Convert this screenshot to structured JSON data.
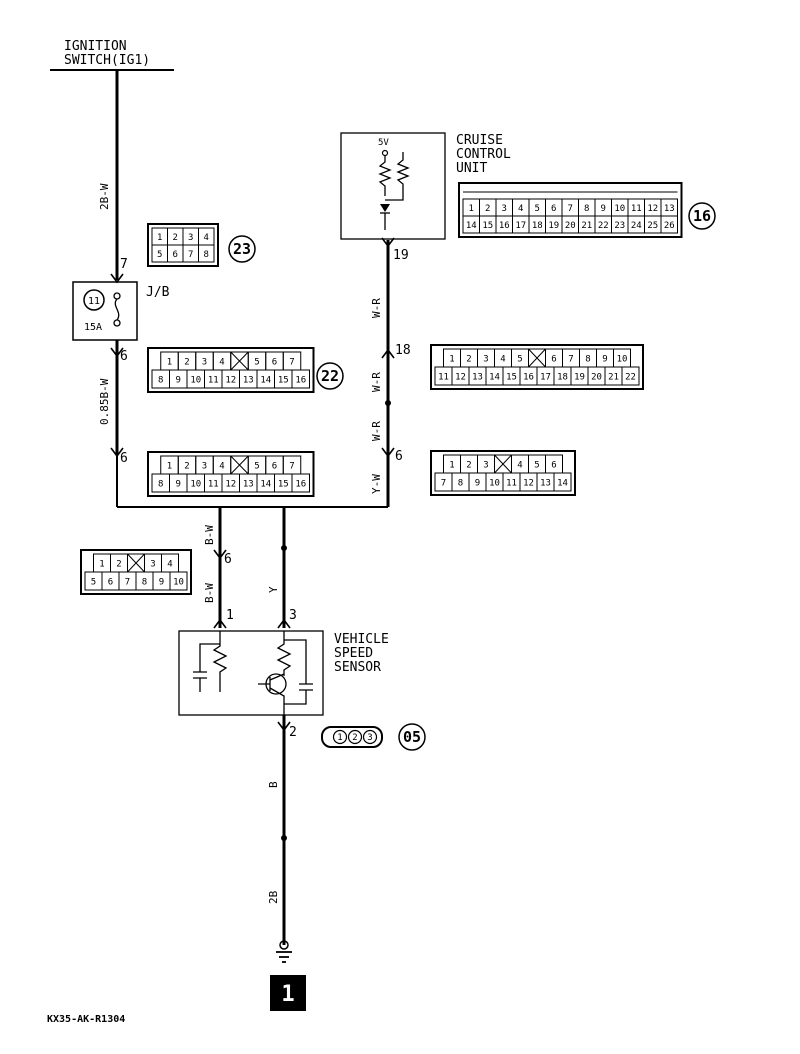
{
  "ignition": {
    "line1": "IGNITION",
    "line2": "SWITCH(IG1)"
  },
  "ecu": {
    "line1": "CRUISE",
    "line2": "CONTROL",
    "line3": "UNIT",
    "supply": "5V"
  },
  "sensor": {
    "line1": "VEHICLE",
    "line2": "SPEED",
    "line3": "SENSOR"
  },
  "jb": {
    "label": "J/B",
    "fuse_no": "11",
    "fuse_rating": "15A"
  },
  "wires": {
    "ign": "2B-W",
    "jb_out": "0.85B-W",
    "junction_bw": "B-W",
    "sensor_bw": "B-W",
    "wr_top": "W-R",
    "wr_mid": "W-R",
    "wr_low": "W-R",
    "yw": "Y-W",
    "y": "Y",
    "b": "B",
    "ground": "2B"
  },
  "pins": {
    "jb_in": "7",
    "jb_out": "6",
    "jc_left": "6",
    "ecu": "19",
    "jc_right_top": "18",
    "jc_right_low": "6",
    "jc_bottom": "6",
    "sensor_left": "1",
    "sensor_right": "3",
    "sensor_bottom": "2"
  },
  "connectors": {
    "c23": {
      "id": "23",
      "rows": [
        [
          "1",
          "2",
          "3",
          "4"
        ],
        [
          "5",
          "6",
          "7",
          "8"
        ]
      ]
    },
    "c16": {
      "id": "16",
      "rows": [
        [
          "1",
          "2",
          "3",
          "4",
          "5",
          "6",
          "7",
          "8",
          "9",
          "10",
          "11",
          "12",
          "13"
        ],
        [
          "14",
          "15",
          "16",
          "17",
          "18",
          "19",
          "20",
          "21",
          "22",
          "23",
          "24",
          "25",
          "26"
        ]
      ]
    },
    "c22a": {
      "id": "22",
      "rows": [
        [
          "1",
          "2",
          "3",
          "4",
          "",
          "5",
          "6",
          "7"
        ],
        [
          "8",
          "9",
          "10",
          "11",
          "12",
          "13",
          "14",
          "15",
          "16"
        ]
      ]
    },
    "c22b": {
      "rows": [
        [
          "1",
          "2",
          "3",
          "4",
          "",
          "5",
          "6",
          "7"
        ],
        [
          "8",
          "9",
          "10",
          "11",
          "12",
          "13",
          "14",
          "15",
          "16"
        ]
      ]
    },
    "c_ecu_right": {
      "rows": [
        [
          "1",
          "2",
          "3",
          "4",
          "5",
          "",
          "6",
          "7",
          "8",
          "9",
          "10"
        ],
        [
          "11",
          "12",
          "13",
          "14",
          "15",
          "16",
          "17",
          "18",
          "19",
          "20",
          "21",
          "22"
        ]
      ]
    },
    "c_right_low": {
      "rows": [
        [
          "1",
          "2",
          "3",
          "",
          "4",
          "5",
          "6"
        ],
        [
          "7",
          "8",
          "9",
          "10",
          "11",
          "12",
          "13",
          "14"
        ]
      ]
    },
    "c_left_low": {
      "rows": [
        [
          "1",
          "2",
          "",
          "3",
          "4"
        ],
        [
          "5",
          "6",
          "7",
          "8",
          "9",
          "10"
        ]
      ]
    },
    "c05": {
      "id": "05",
      "pins": [
        "1",
        "2",
        "3"
      ]
    }
  },
  "ground_id": "1",
  "doc_code": "KX35-AK-R1304"
}
